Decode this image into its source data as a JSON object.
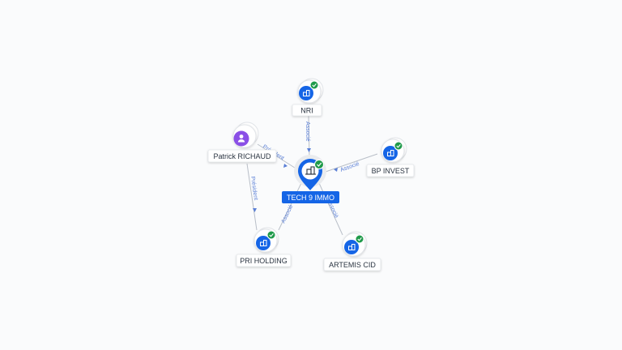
{
  "graph": {
    "center": {
      "label": "TECH 9 IMMO",
      "icon": "building-icon",
      "verified": true
    },
    "nodes": [
      {
        "id": "nri",
        "label": "NRI",
        "type": "company",
        "icon": "building-icon",
        "verified": true
      },
      {
        "id": "patrick",
        "label": "Patrick RICHAUD",
        "type": "person",
        "icon": "person-icon",
        "verified": false
      },
      {
        "id": "bp",
        "label": "BP INVEST",
        "type": "company",
        "icon": "building-icon",
        "verified": true
      },
      {
        "id": "pri",
        "label": "PRI HOLDING",
        "type": "company",
        "icon": "building-icon",
        "verified": true
      },
      {
        "id": "artemis",
        "label": "ARTEMIS CID",
        "type": "company",
        "icon": "building-icon",
        "verified": true
      }
    ],
    "edges": [
      {
        "id": "nri-center",
        "from": "nri",
        "to": "center",
        "label": "Associé"
      },
      {
        "id": "patrick-center",
        "from": "patrick",
        "to": "center",
        "label": "Président"
      },
      {
        "id": "bp-center",
        "from": "bp",
        "to": "center",
        "label": "Associé"
      },
      {
        "id": "pri-center",
        "from": "pri",
        "to": "center",
        "label": "Associé"
      },
      {
        "id": "artemis-center",
        "from": "artemis",
        "to": "center",
        "label": "Associé"
      },
      {
        "id": "patrick-pri",
        "from": "patrick",
        "to": "pri",
        "label": "Président"
      }
    ]
  },
  "colors": {
    "company": "#1565e6",
    "person": "#8a4fe6",
    "verified": "#1f9a4a",
    "label_text": "#2a3441",
    "edge_label": "#5a7fd6"
  }
}
